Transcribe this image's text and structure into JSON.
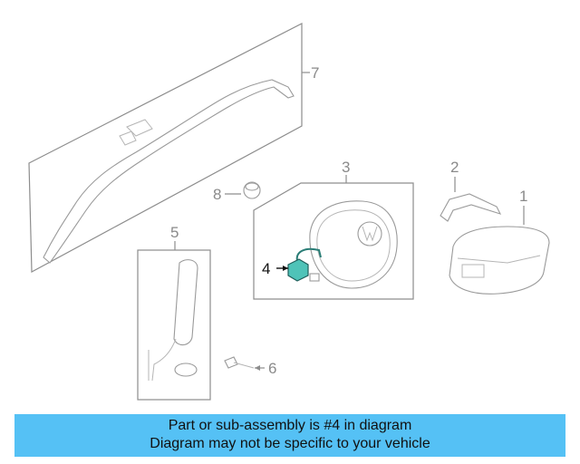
{
  "callouts": {
    "c1": "1",
    "c2": "2",
    "c3": "3",
    "c4": "4",
    "c5": "5",
    "c6": "6",
    "c7": "7",
    "c8": "8"
  },
  "highlight_color": "#4fc3b8",
  "banner": {
    "line1": "Part or sub-assembly is #4 in diagram",
    "line2": "Diagram may not be specific to your vehicle",
    "color": "#55c1f5"
  }
}
